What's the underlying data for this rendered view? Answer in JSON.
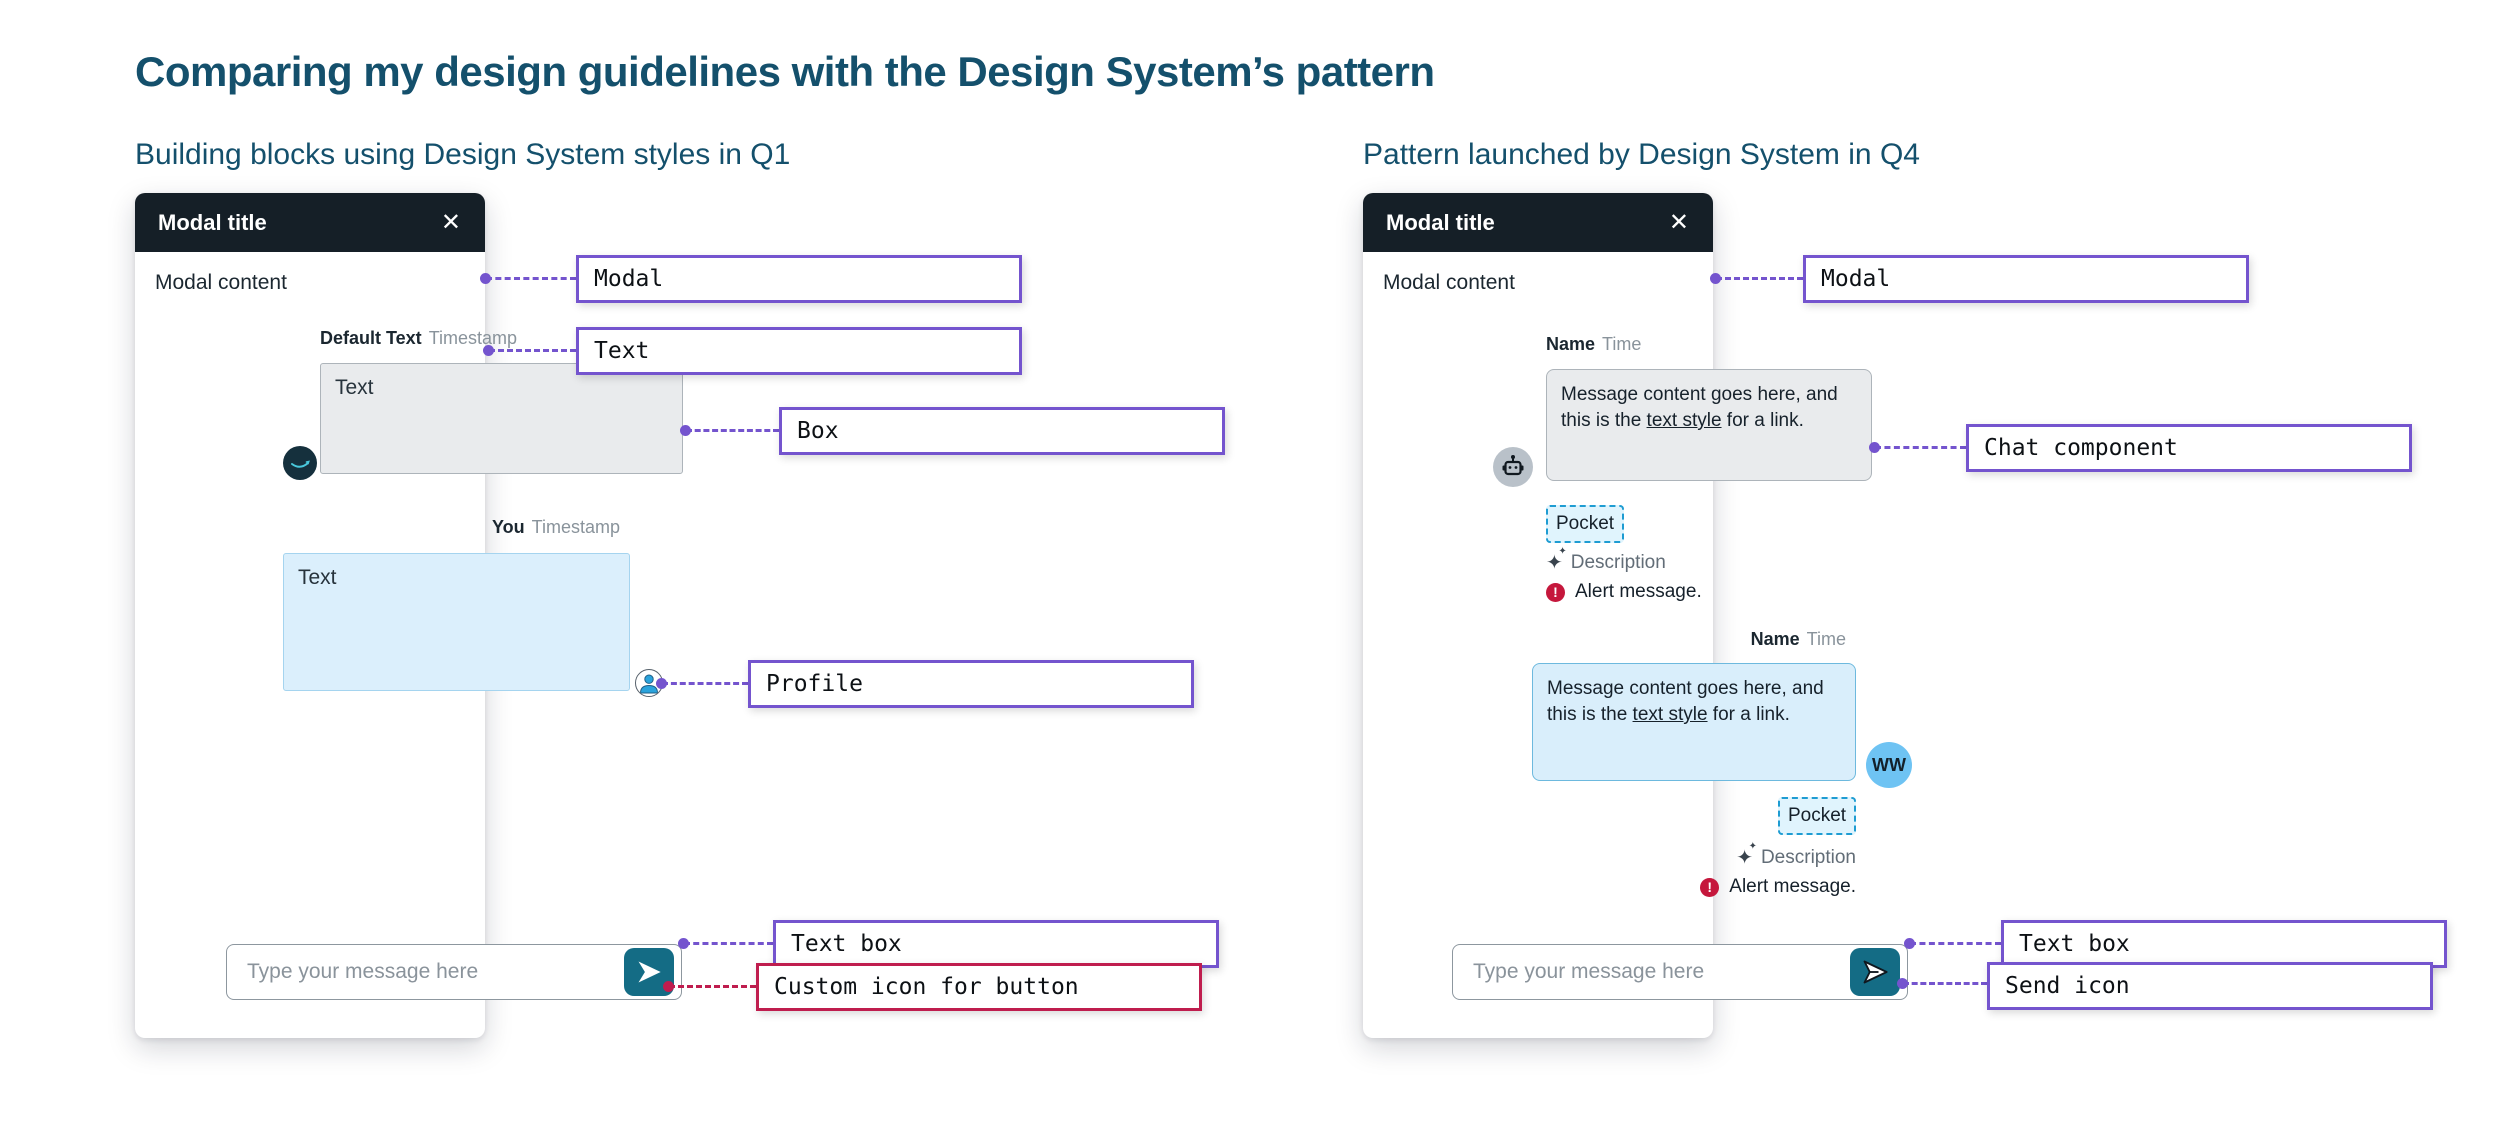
{
  "title": "Comparing my design guidelines with the Design System’s pattern",
  "glyphs": {
    "close": "✕",
    "sparkle": "✦",
    "alert": "!"
  },
  "colors": {
    "heading": "#14506c",
    "purple": "#7454ce",
    "red": "#bf1d4e",
    "teal_button": "#146c85"
  },
  "left": {
    "heading": "Building blocks using Design System styles in Q1",
    "modal": {
      "title": "Modal title",
      "content": "Modal content"
    },
    "message1": {
      "author": "Default Text",
      "timestamp": "Timestamp",
      "text": "Text"
    },
    "message2": {
      "author": "You",
      "timestamp": "Timestamp",
      "text": "Text"
    },
    "input": {
      "placeholder": "Type your message here"
    },
    "annotations": {
      "modal": "Modal",
      "text": "Text",
      "box": "Box",
      "profile": "Profile",
      "textbox": "Text box",
      "custom_icon": "Custom icon for button"
    }
  },
  "right": {
    "heading": "Pattern launched by Design System in Q4",
    "modal": {
      "title": "Modal title",
      "content": "Modal content"
    },
    "message1": {
      "author": "Name",
      "timestamp": "Time",
      "text_before": "Message content goes here, and this is the ",
      "link_text": "text style",
      "text_after": " for a link.",
      "pocket": "Pocket",
      "description": "Description",
      "alert": "Alert message."
    },
    "message2": {
      "author": "Name",
      "timestamp": "Time",
      "text_before": "Message content goes here, and this is the ",
      "link_text": "text style",
      "text_after": " for a link.",
      "avatar": "WW",
      "pocket": "Pocket",
      "description": "Description",
      "alert": "Alert message."
    },
    "input": {
      "placeholder": "Type your message here"
    },
    "annotations": {
      "modal": "Modal",
      "chat": "Chat component",
      "textbox": "Text box",
      "send": "Send icon"
    }
  }
}
